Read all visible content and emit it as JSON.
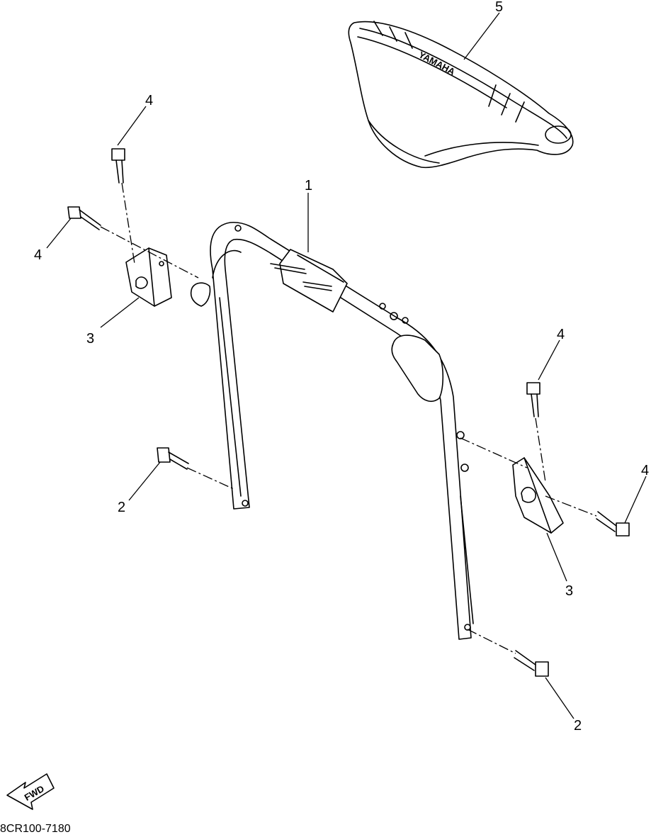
{
  "callouts": {
    "c1": "1",
    "c2a": "2",
    "c2b": "2",
    "c3a": "3",
    "c3b": "3",
    "c4a": "4",
    "c4b": "4",
    "c4c": "4",
    "c4d": "4",
    "c5": "5"
  },
  "pad_brand": "YAMAHA",
  "fwd_label": "FWD",
  "diagram_code": "8CR100-7180"
}
